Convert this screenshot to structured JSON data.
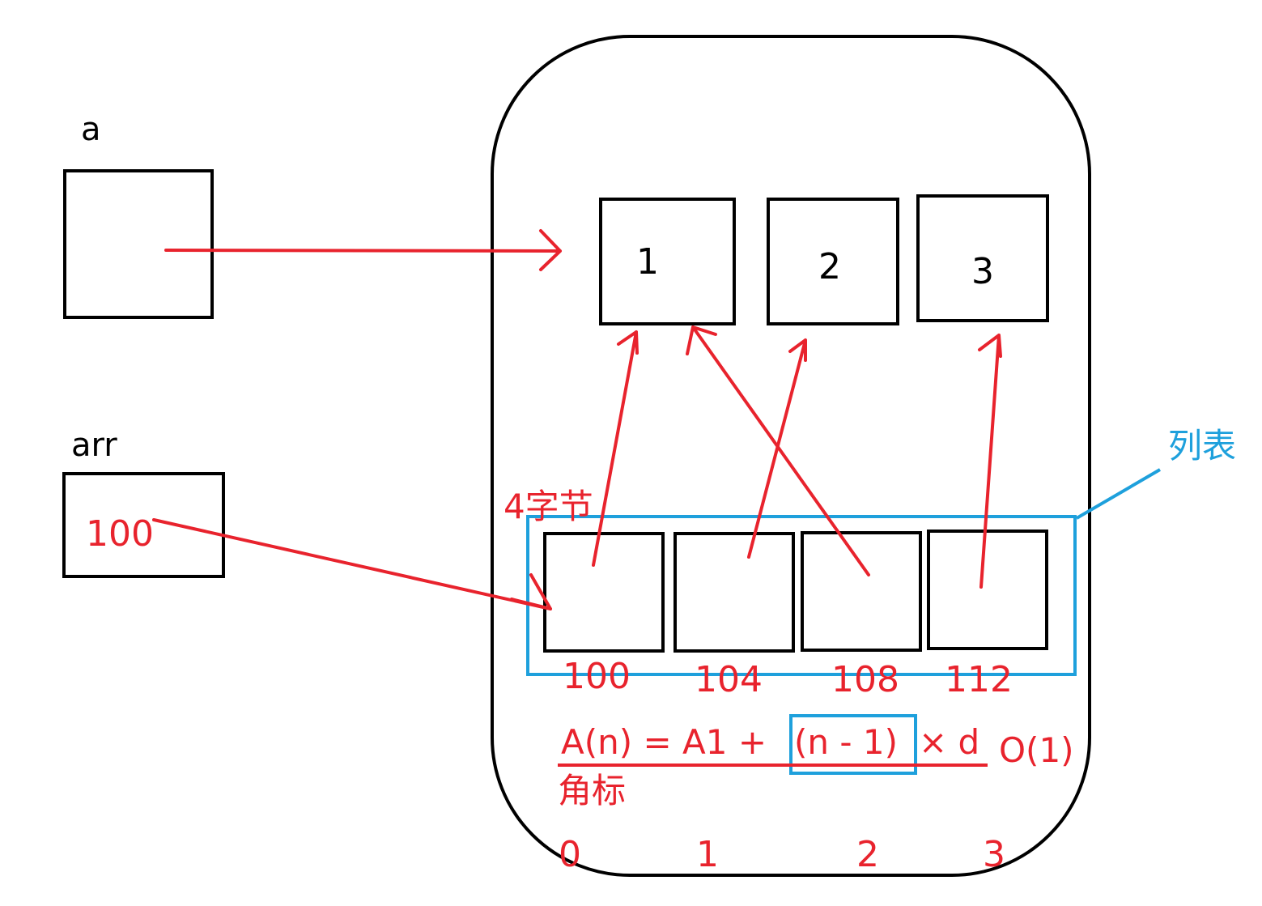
{
  "variables": {
    "a_label": "a",
    "arr_label": "arr",
    "arr_value": "100"
  },
  "heap_values": [
    "1",
    "2",
    "3"
  ],
  "byte_note": "4字节",
  "list_label": "列表",
  "addresses": [
    "100",
    "104",
    "108",
    "112"
  ],
  "formula": {
    "prefix": "A(n) = A1 + ",
    "boxed": "(n - 1)",
    "suffix": "× d",
    "complexity": "O(1)"
  },
  "index_label": "角标",
  "indices": [
    "0",
    "1",
    "2",
    "3"
  ],
  "colors": {
    "ink": "#000000",
    "pointer": "#e8232d",
    "highlight": "#1ea0dc"
  }
}
